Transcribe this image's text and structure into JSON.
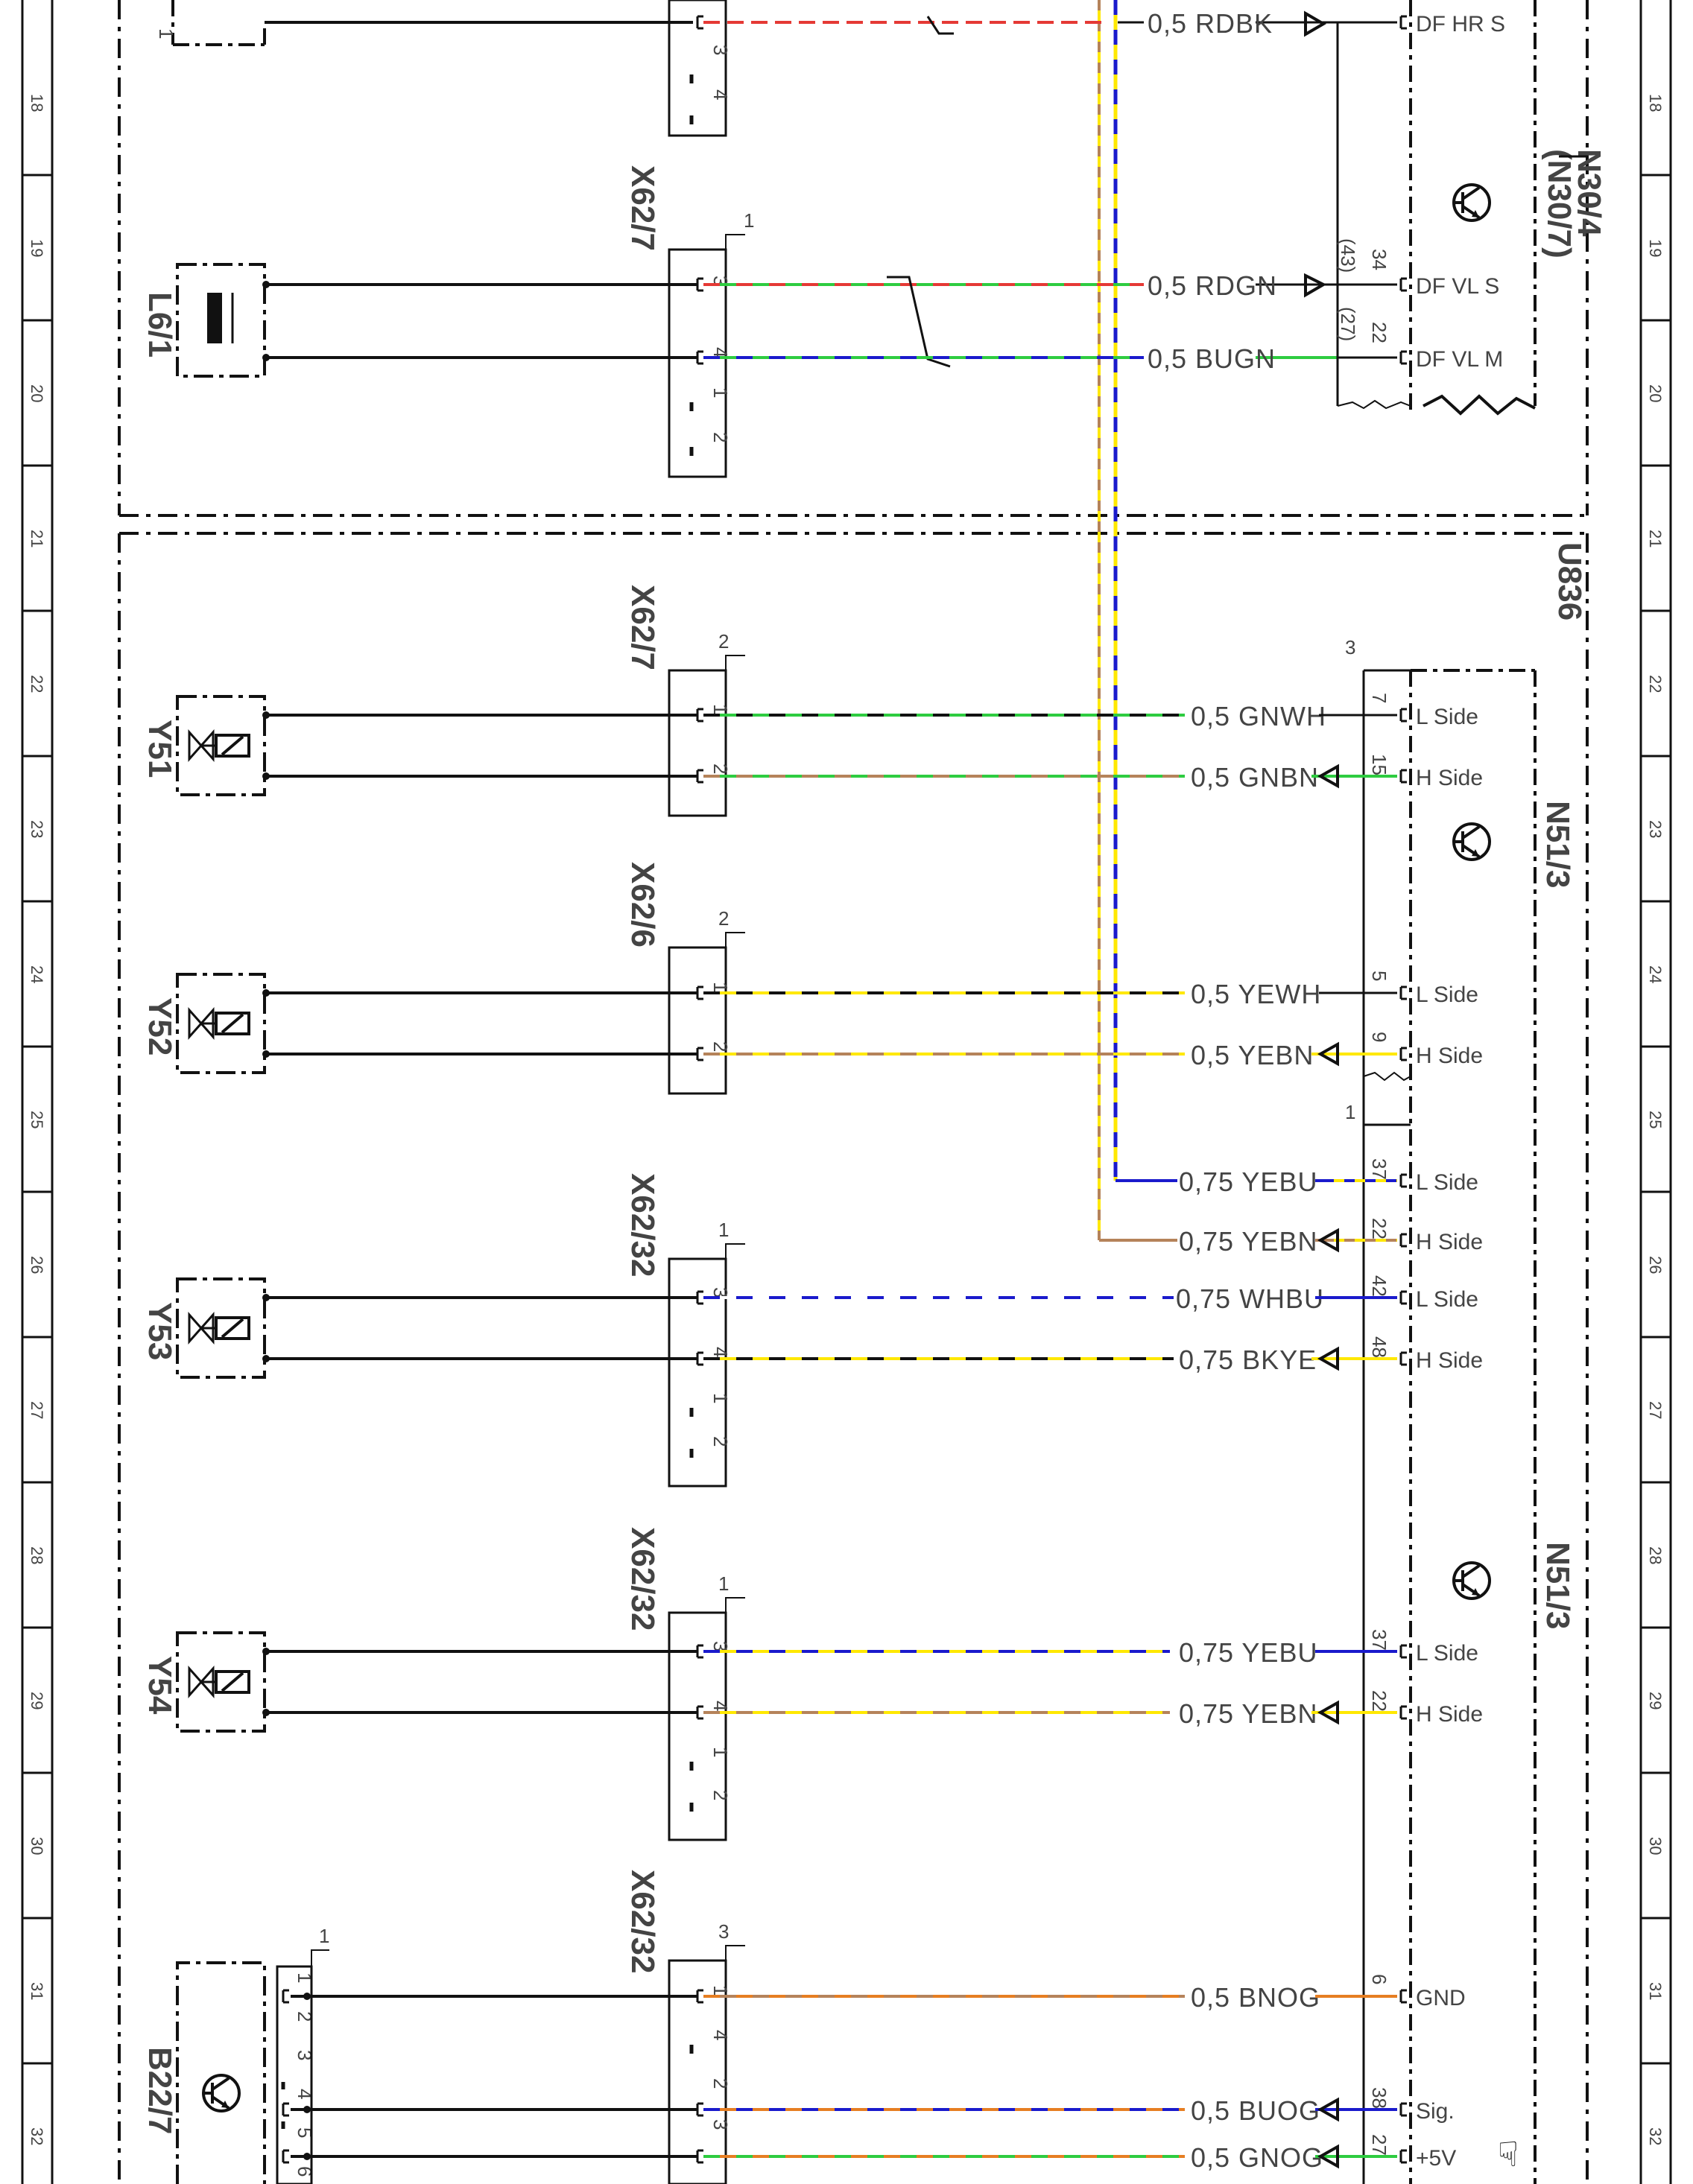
{
  "diagram": {
    "margin_numbers": [
      "18",
      "19",
      "20",
      "21",
      "22",
      "23",
      "24",
      "25",
      "26",
      "27",
      "28",
      "29",
      "30",
      "31",
      "32"
    ],
    "components": {
      "L6_1": "L6/1",
      "Y51": "Y51",
      "Y52": "Y52",
      "Y53": "Y53",
      "Y54": "Y54",
      "B22_7": "B22/7",
      "N30_4": "N30/4",
      "N30_7": "(N30/7)",
      "N51_3_top": "N51/3",
      "N51_3_bottom": "N51/3",
      "U836": "U836"
    },
    "connectors": {
      "top_conn": "X62/7",
      "conn_y51": "X62/7",
      "conn_y52": "X62/6",
      "conn_y53": "X62/32",
      "conn_y54": "X62/32",
      "conn_b22": "X62/32"
    },
    "connector_numbers": {
      "top": "1",
      "y51": "2",
      "y52": "2",
      "y53": "1",
      "y54": "1",
      "b22": "3",
      "b22_plug": "1",
      "n51_block_a": "3",
      "n51_block_b": "1"
    },
    "wires": {
      "rdbk": "0,5 RDBK",
      "rdgn": "0,5 RDGN",
      "bugn": "0,5 BUGN",
      "gnwh": "0,5 GNWH",
      "gnbn": "0,5 GNBN",
      "yewh": "0,5 YEWH",
      "yebn": "0,5 YEBN",
      "yebu_075": "0,75 YEBU",
      "yebn_075": "0,75 YEBN",
      "whbu": "0,75 WHBU",
      "bkye": "0,75 BKYE",
      "yebu_y54": "0,75 YEBU",
      "yebn_y54": "0,75 YEBN",
      "bnog": "0,5 BNOG",
      "buog": "0,5 BUOG",
      "gnog": "0,5 GNOG"
    },
    "pin_labels": {
      "df_hr_s": "DF HR S",
      "df_vl_s": "DF VL S",
      "df_vl_m": "DF VL M",
      "l_side": "L Side",
      "h_side": "H Side",
      "gnd": "GND",
      "sig": "Sig.",
      "v5": "+5V"
    },
    "pin_numbers": {
      "n30_34": "34",
      "n30_43": "(43)",
      "n30_22": "22",
      "n30_27": "(27)",
      "p7": "7",
      "p15": "15",
      "p5": "5",
      "p9": "9",
      "p37": "37",
      "p22": "22",
      "p42": "42",
      "p48": "48",
      "p37b": "37",
      "p22b": "22",
      "p6": "6",
      "p38": "38",
      "p27": "27"
    },
    "colors": {
      "red": "#e53935",
      "green": "#2ecc40",
      "blue": "#1a1acc",
      "yellow": "#ffe800",
      "brown": "#b5835a",
      "orange": "#e67e22",
      "white": "#ffffff",
      "black": "#111111"
    },
    "icons": [
      "transistor-icon",
      "solenoid-valve-icon",
      "coil-icon",
      "hand-pointer-icon",
      "arrow-triangle-icon"
    ]
  }
}
